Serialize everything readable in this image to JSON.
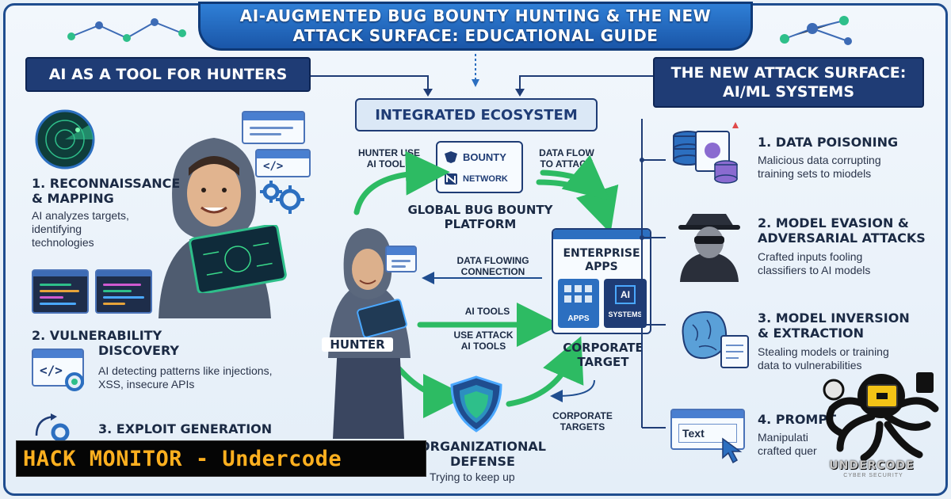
{
  "banner": {
    "line1": "AI-AUGMENTED BUG BOUNTY HUNTING & THE NEW",
    "line2": "ATTACK SURFACE: EDUCATIONAL GUIDE"
  },
  "left_header": "AI AS A TOOL FOR HUNTERS",
  "center_header": "INTEGRATED ECOSYSTEM",
  "right_header": {
    "line1": "THE NEW ATTACK SURFACE:",
    "line2": "AI/ML SYSTEMS"
  },
  "left_steps": [
    {
      "title1": "1. RECONNAISSANCE",
      "title2": "& MAPPING",
      "desc1": "AI analyzes targets,",
      "desc2": "identifying",
      "desc3": "technologies"
    },
    {
      "title1": "2. VULNERABILITY",
      "title2": "DISCOVERY",
      "desc1": "AI detecting patterns like injections,",
      "desc2": "XSS, insecure APIs"
    },
    {
      "title1": "3. EXPLOIT GENERATION"
    }
  ],
  "center": {
    "hunter_use": "HUNTER USE",
    "ai_tools": "AI TOOLS",
    "data_flow": "DATA FLOW",
    "to_attack": "TO ATTACK",
    "bounty": "BOUNTY",
    "network": "NETWORK",
    "platform1": "GLOBAL BUG BOUNTY",
    "platform2": "PLATFORM",
    "data_flowing1": "DATA FLOWING",
    "data_flowing2": "CONNECTION",
    "ai_tools_arrow": "AI TOOLS",
    "use_attack1": "USE ATTACK",
    "use_attack2": "AI TOOLS",
    "hunter": "HUNTER",
    "enterprise1": "ENTERPRISE",
    "enterprise2": "APPS",
    "apps": "APPS",
    "ai": "AI",
    "systems": "SYSTEMS",
    "corp_target1": "CORPORATE",
    "corp_target2": "TARGET",
    "corp_targets1": "CORPORATE",
    "corp_targets2": "TARGETS",
    "org1": "ORGANIZATIONAL",
    "org2": "DEFENSE",
    "org3": "Trying to keep up"
  },
  "right_steps": [
    {
      "title1": "1. DATA POISONING",
      "desc1": "Malicious data corrupting",
      "desc2": "training sets to miodels"
    },
    {
      "title1": "2. MODEL EVASION &",
      "title2": "ADVERSARIAL ATTACKS",
      "desc1": "Crafted inputs fooling",
      "desc2": "classifiers to AI models"
    },
    {
      "title1": "3. MODEL INVERSION",
      "title2": "& EXTRACTION",
      "desc1": "Stealing models or training",
      "desc2": "data to vulnerabilities"
    },
    {
      "title1": "4. PROMPT",
      "desc1": "Manipulati",
      "desc2": "crafted quer",
      "icon_text": "Text"
    }
  ],
  "code_glyph": "</>",
  "watermark": "HACK MONITOR - Undercode",
  "logo_text": "UNDERCODE",
  "logo_sub": "CYBER SECURITY",
  "colors": {
    "navy": "#1f3c75",
    "banner_blue": "#1a56a8",
    "arrow_green": "#39c46a",
    "watermark_orange": "#ffb01f"
  }
}
